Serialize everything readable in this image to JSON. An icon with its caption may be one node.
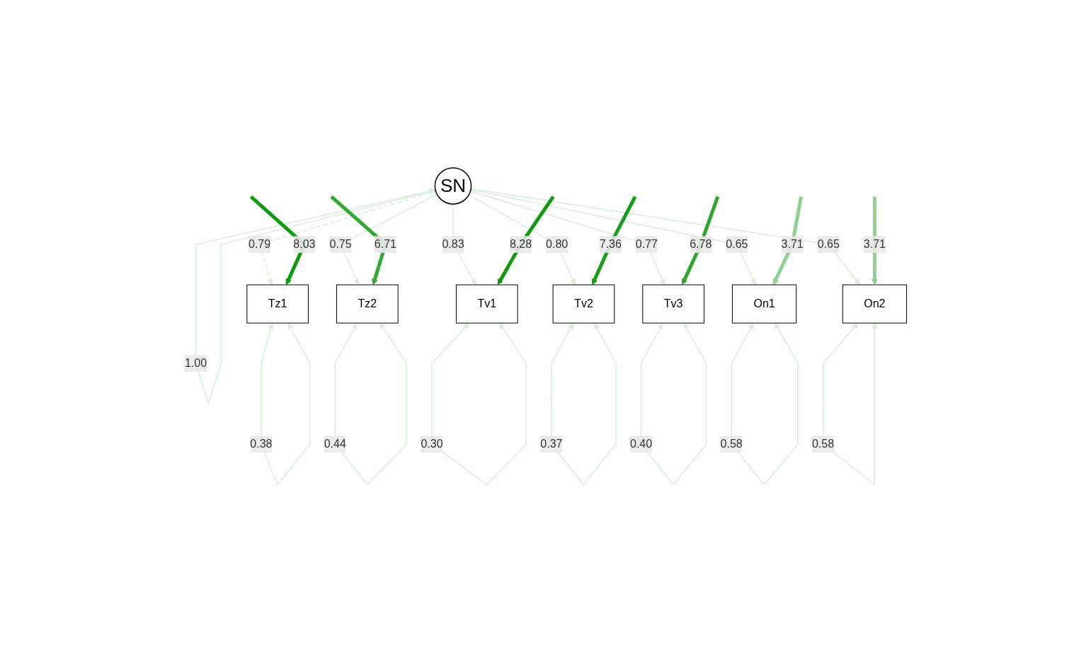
{
  "diagram": {
    "nodes": [
      {
        "text": [
          "SN"
        ]
      },
      {
        "text": [
          "Tz1"
        ]
      },
      {
        "text": [
          "Tz2"
        ]
      },
      {
        "text": [
          "Tv1"
        ]
      },
      {
        "text": [
          "Tv2"
        ]
      },
      {
        "text": [
          "Tv3"
        ]
      },
      {
        "text": [
          "On1"
        ]
      },
      {
        "text": [
          "On2"
        ]
      }
    ],
    "edges": [
      {
        "from": 0,
        "to": 0,
        "arrow": "both",
        "label": "1.00",
        "color": "#d6efd6"
      },
      {
        "from": 0,
        "to": 1,
        "arrow": "to",
        "label": "0.79",
        "style": "dashed",
        "color": "#d6efd6"
      },
      {
        "from": 0,
        "to": 2,
        "arrow": "to",
        "label": "0.75",
        "color": "#d6efd6"
      },
      {
        "from": 0,
        "to": 3,
        "arrow": "to",
        "label": "0.83",
        "color": "#d6efd6"
      },
      {
        "from": 0,
        "to": 4,
        "arrow": "to",
        "label": "0.80",
        "color": "#d6efd6"
      },
      {
        "from": 0,
        "to": 5,
        "arrow": "to",
        "label": "0.77",
        "color": "#d6efd6"
      },
      {
        "from": 0,
        "to": 6,
        "arrow": "to",
        "label": "0.65",
        "color": "#d6efd6"
      },
      {
        "from": 0,
        "to": 7,
        "arrow": "to",
        "label": "0.65",
        "color": "#d6efd6"
      },
      {
        "from": 1,
        "to": 1,
        "arrow": "both",
        "label": "0.38",
        "color": "#d6efd6"
      },
      {
        "from": 2,
        "to": 2,
        "arrow": "both",
        "label": "0.44",
        "color": "#d6efd6"
      },
      {
        "from": 3,
        "to": 3,
        "arrow": "both",
        "label": "0.30",
        "color": "#d6efd6"
      },
      {
        "from": 4,
        "to": 4,
        "arrow": "both",
        "label": "0.37",
        "color": "#d6efd6"
      },
      {
        "from": 5,
        "to": 5,
        "arrow": "both",
        "label": "0.40",
        "color": "#d6efd6"
      },
      {
        "from": 6,
        "to": 6,
        "arrow": "both",
        "label": "0.58",
        "color": "#d6efd6"
      },
      {
        "from": 7,
        "to": 7,
        "arrow": "both",
        "label": "0.58",
        "color": "#d6efd6"
      },
      {
        "from": null,
        "to": 1,
        "arrow": "to",
        "label": "8.03",
        "style": "thick",
        "color": "#0f9a0f"
      },
      {
        "from": null,
        "to": 2,
        "arrow": "to",
        "label": "6.71",
        "style": "thick",
        "color": "#33a833"
      },
      {
        "from": null,
        "to": 3,
        "arrow": "to",
        "label": "8.28",
        "style": "thick",
        "color": "#0f9a0f"
      },
      {
        "from": null,
        "to": 4,
        "arrow": "to",
        "label": "7.36",
        "style": "thick",
        "color": "#1a9e1a"
      },
      {
        "from": null,
        "to": 5,
        "arrow": "to",
        "label": "6.78",
        "style": "thick",
        "color": "#2fa72f"
      },
      {
        "from": null,
        "to": 6,
        "arrow": "to",
        "label": "3.71",
        "style": "thick",
        "color": "#8fd18f"
      },
      {
        "from": null,
        "to": 7,
        "arrow": "to",
        "label": "3.71",
        "style": "thick",
        "color": "#8fd18f"
      }
    ]
  }
}
